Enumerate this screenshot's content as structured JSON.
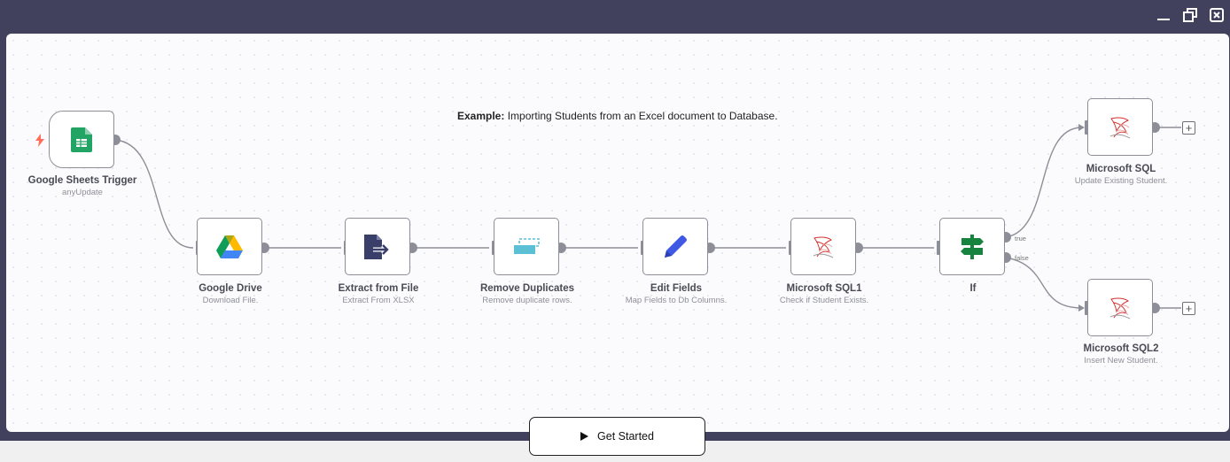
{
  "note": {
    "prefix": "Example:",
    "text": "Importing Students from an Excel document to Database."
  },
  "nodes": [
    {
      "title": "Google Sheets Trigger",
      "subtitle": "anyUpdate",
      "icon": "google-sheets-icon"
    },
    {
      "title": "Google Drive",
      "subtitle": "Download File.",
      "icon": "google-drive-icon"
    },
    {
      "title": "Extract from File",
      "subtitle": "Extract From XLSX",
      "icon": "extract-file-icon"
    },
    {
      "title": "Remove Duplicates",
      "subtitle": "Remove duplicate rows.",
      "icon": "remove-duplicates-icon"
    },
    {
      "title": "Edit Fields",
      "subtitle": "Map Fields to Db Columns.",
      "icon": "pencil-icon"
    },
    {
      "title": "Microsoft SQL1",
      "subtitle": "Check if Student Exists.",
      "icon": "mssql-icon"
    },
    {
      "title": "If",
      "subtitle": "",
      "icon": "signpost-icon"
    },
    {
      "title": "Microsoft SQL",
      "subtitle": "Update Existing Student.",
      "icon": "mssql-icon"
    },
    {
      "title": "Microsoft SQL2",
      "subtitle": "Insert New Student.",
      "icon": "mssql-icon"
    }
  ],
  "branches": {
    "true_label": "true",
    "false_label": "false"
  },
  "add_glyph": "+",
  "get_started": {
    "label": "Get Started"
  },
  "colors": {
    "window_frame": "#41415d",
    "sheets_green": "#21a464",
    "drive_blue": "#4285f4",
    "extract_navy": "#3a3f6a",
    "dedupe_teal": "#5bc0d6",
    "pencil_blue": "#3f59e4",
    "if_green": "#16843f",
    "trigger_red": "#ff6d5a"
  }
}
